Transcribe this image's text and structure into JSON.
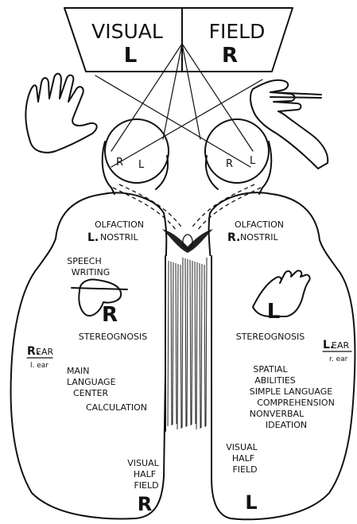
{
  "visual_field": {
    "left_word": "VISUAL",
    "right_word": "FIELD",
    "left_letter": "L",
    "right_letter": "R"
  },
  "left_eye": {
    "r": "R",
    "l": "L"
  },
  "right_eye": {
    "r": "R",
    "l": "L"
  },
  "left_hemisphere": {
    "olfaction": "OLFACTION",
    "nostril_letter": "L.",
    "nostril_word": "NOSTRIL",
    "speech": "SPEECH",
    "writing": "WRITING",
    "hand_letter": "R",
    "stereognosis": "STEREOGNOSIS",
    "ear_big_letter": "R.",
    "ear_big_word": "EAR",
    "ear_small": "l. ear",
    "main": "MAIN",
    "language": "LANGUAGE",
    "center": "CENTER",
    "calculation": "CALCULATION",
    "visual": "VISUAL",
    "half": "HALF",
    "field": "FIELD",
    "visual_letter": "R"
  },
  "right_hemisphere": {
    "olfaction": "OLFACTION",
    "nostril_letter": "R.",
    "nostril_word": "NOSTRIL",
    "hand_letter": "L",
    "stereognosis": "STEREOGNOSIS",
    "ear_big_letter": "L.",
    "ear_big_word": "EAR",
    "ear_small": "r. ear",
    "spatial": "SPATIAL",
    "abilities": "ABILITIES",
    "simple_language": "SIMPLE LANGUAGE",
    "comprehension": "COMPREHENSION",
    "nonverbal": "NONVERBAL",
    "ideation": "IDEATION",
    "visual": "VISUAL",
    "half": "HALF",
    "field": "FIELD",
    "visual_letter": "L"
  }
}
